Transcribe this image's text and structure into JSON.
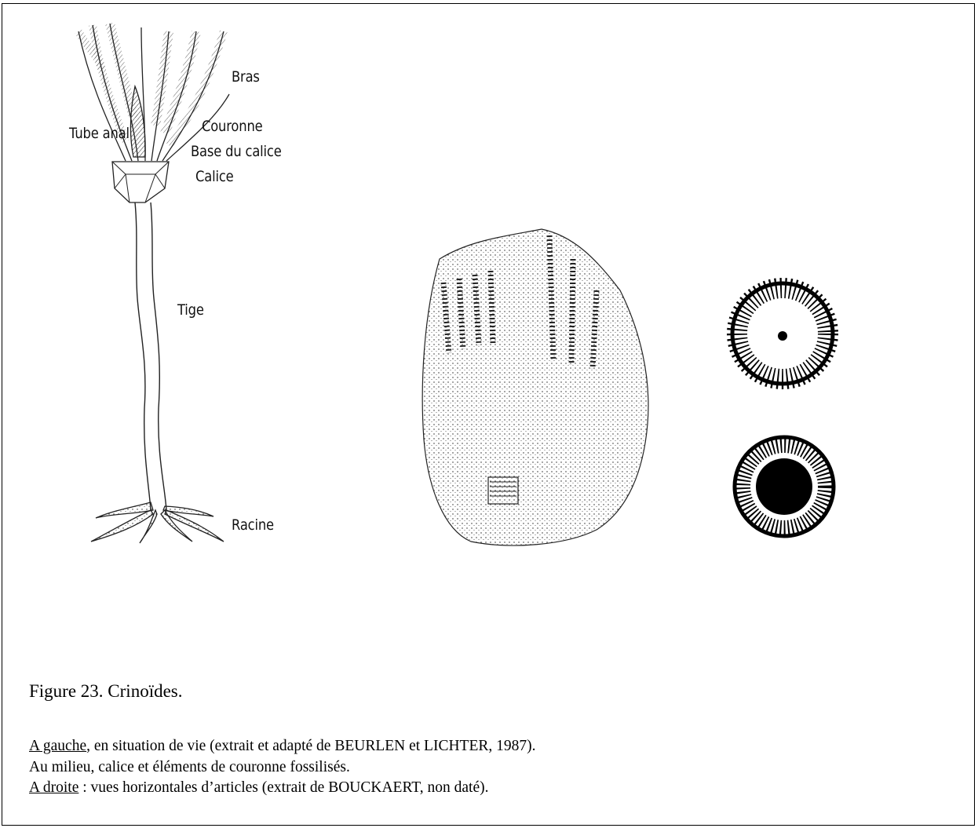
{
  "labels": {
    "bras": "Bras",
    "couronne": "Couronne",
    "tube_anal": "Tube anal",
    "base_calice": "Base du calice",
    "calice": "Calice",
    "tige": "Tige",
    "racine": "Racine"
  },
  "caption": {
    "title": "Figure 23. Crinoïdes.",
    "line1_link": "A gauche",
    "line1_rest": ", en situation de vie (extrait et adapté de BEURLEN et LICHTER, 1987).",
    "line2": "Au milieu, calice et éléments de couronne fossilisés.",
    "line3_link": "A droite",
    "line3_rest": " : vues horizontales d’articles (extrait de BOUCKAERT, non daté)."
  }
}
